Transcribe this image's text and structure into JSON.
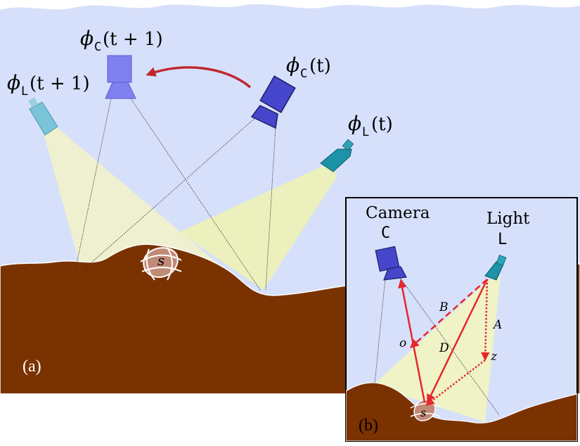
{
  "panel_a": {
    "tag": "(a)",
    "cam_next": {
      "phi": "ϕ",
      "sub": "C",
      "arg": "(t + 1)"
    },
    "cam_now": {
      "phi": "ϕ",
      "sub": "C",
      "arg": "(t)"
    },
    "light_next": {
      "phi": "ϕ",
      "sub": "L",
      "arg": "(t + 1)"
    },
    "light_now": {
      "phi": "ϕ",
      "sub": "L",
      "arg": "(t)"
    },
    "surface_label": "s"
  },
  "panel_b": {
    "tag": "(b)",
    "camera_title": "Camera",
    "camera_symbol": "C",
    "light_title": "Light",
    "light_symbol": "L",
    "vec_a": "A",
    "vec_b": "B",
    "vec_d": "D",
    "vec_o": "o",
    "vec_z": "z",
    "surface_label": "s"
  },
  "colors": {
    "sky": "#d6e0fb",
    "ground": "#7a3300",
    "cone": "#f6f7b0",
    "arrow": "#e8262b",
    "move_arrow": "#c0272d",
    "camera_dark": "#4646cc",
    "camera_light": "#8080ee",
    "light_dark": "#1c93a6",
    "light_light": "#7ac3d8"
  }
}
